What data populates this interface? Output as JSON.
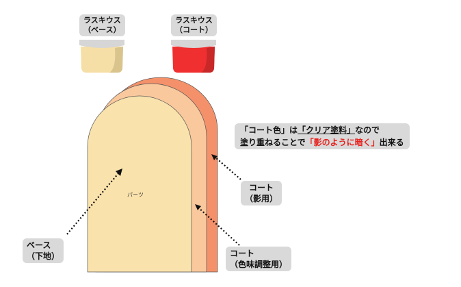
{
  "jars": [
    {
      "line1": "ラスキウス",
      "line2": "（ベース）",
      "color": "#f6dfa6"
    },
    {
      "line1": "ラスキウス",
      "line2": "（コート）",
      "color": "#f03030"
    }
  ],
  "part_label": "パーツ",
  "note": {
    "p1": "「コート色」は",
    "p2": "「クリア塗料」",
    "p3": "なので",
    "p4": "塗り重ねることで",
    "p5": "「影のように暗く」",
    "p6": "出来る"
  },
  "labels": {
    "shadow": {
      "line1": "コート",
      "line2": "（影用）"
    },
    "tone": {
      "line1": "コート",
      "line2": "（色味調整用）"
    },
    "base": {
      "line1": "ベース",
      "line2": "（下地）"
    }
  },
  "colors": {
    "base": "#f9e2ac",
    "coat": "#f9c89c",
    "shadow": "#f4916a",
    "accent": "#e8201c"
  }
}
